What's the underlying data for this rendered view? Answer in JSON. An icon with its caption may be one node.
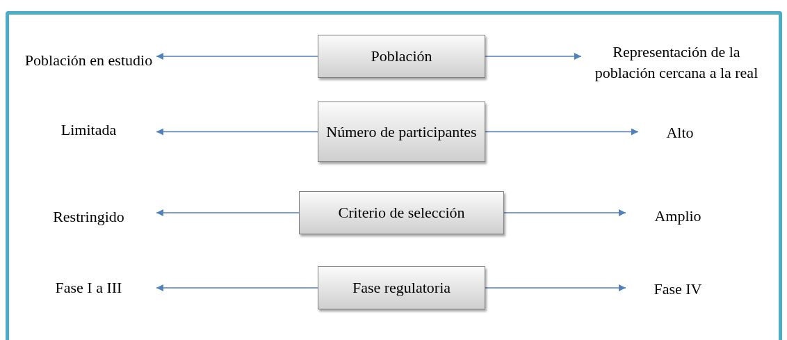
{
  "diagram": {
    "nodes": [
      {
        "text": [
          "Población en estudio"
        ]
      },
      {
        "text": [
          "Población"
        ]
      },
      {
        "text": [
          "Representación de la población cercana a la real"
        ]
      },
      {
        "text": [
          "Limitada"
        ]
      },
      {
        "text": [
          "Número de participantes"
        ]
      },
      {
        "text": [
          "Alto"
        ]
      },
      {
        "text": [
          "Restringido"
        ]
      },
      {
        "text": [
          "Criterio de selección"
        ]
      },
      {
        "text": [
          "Amplio"
        ]
      },
      {
        "text": [
          "Fase I a III"
        ]
      },
      {
        "text": [
          "Fase regulatoria"
        ]
      },
      {
        "text": [
          "Fase IV"
        ]
      }
    ],
    "edges": [
      {
        "from": 1,
        "to": 0,
        "arrow": "to"
      },
      {
        "from": 1,
        "to": 2,
        "arrow": "to"
      },
      {
        "from": 4,
        "to": 3,
        "arrow": "to"
      },
      {
        "from": 4,
        "to": 5,
        "arrow": "to"
      },
      {
        "from": 7,
        "to": 6,
        "arrow": "to"
      },
      {
        "from": 7,
        "to": 8,
        "arrow": "to"
      },
      {
        "from": 10,
        "to": 9,
        "arrow": "to"
      },
      {
        "from": 10,
        "to": 11,
        "arrow": "to"
      }
    ]
  }
}
